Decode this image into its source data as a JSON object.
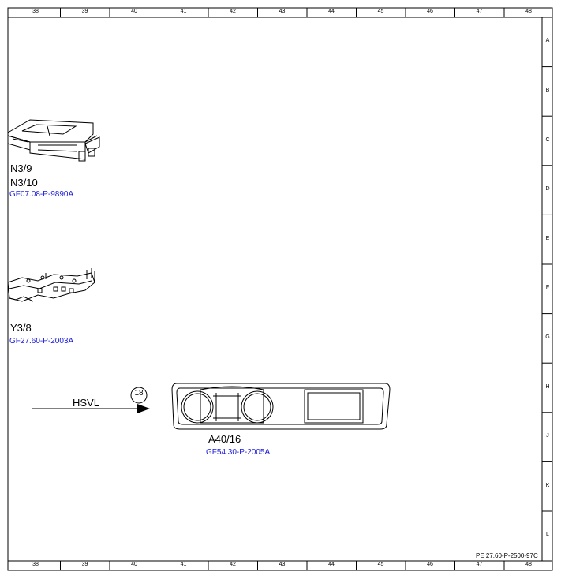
{
  "columns": [
    "38",
    "39",
    "40",
    "41",
    "42",
    "43",
    "44",
    "45",
    "46",
    "47",
    "48"
  ],
  "rows": [
    "A",
    "B",
    "C",
    "D",
    "E",
    "F",
    "G",
    "H",
    "J",
    "K",
    "L"
  ],
  "components": [
    {
      "codes": [
        "N3/9",
        "N3/10"
      ],
      "ref": "GF07.08-P-9890A",
      "icon": "control-unit-icon"
    },
    {
      "codes": [
        "Y3/8"
      ],
      "ref": "GF27.60-P-2003A",
      "icon": "valve-body-icon"
    },
    {
      "codes": [
        "A40/16"
      ],
      "ref": "GF54.30-P-2005A",
      "icon": "instrument-cluster-icon"
    }
  ],
  "signal": {
    "label": "HSVL",
    "connector": "18"
  },
  "document_ref": "PE 27.60-P-2500-97C"
}
